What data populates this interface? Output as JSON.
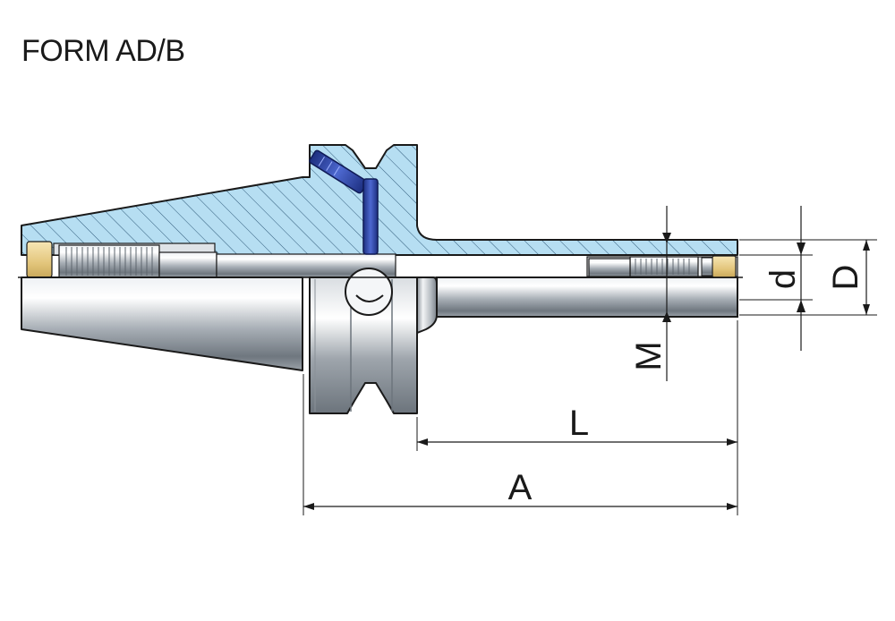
{
  "title": "FORM AD/B",
  "dimensions": {
    "A": "A",
    "L": "L",
    "M": "M",
    "d": "d",
    "D": "D"
  },
  "colors": {
    "section_fill": "#b6def2",
    "hatch": "#2f5a7a",
    "outline": "#1a1a1a",
    "steel_dark": "#7c848c",
    "steel_light": "#f4f6f8",
    "screw_blue": "#2e46a8",
    "brass": "#e9cf8d"
  }
}
